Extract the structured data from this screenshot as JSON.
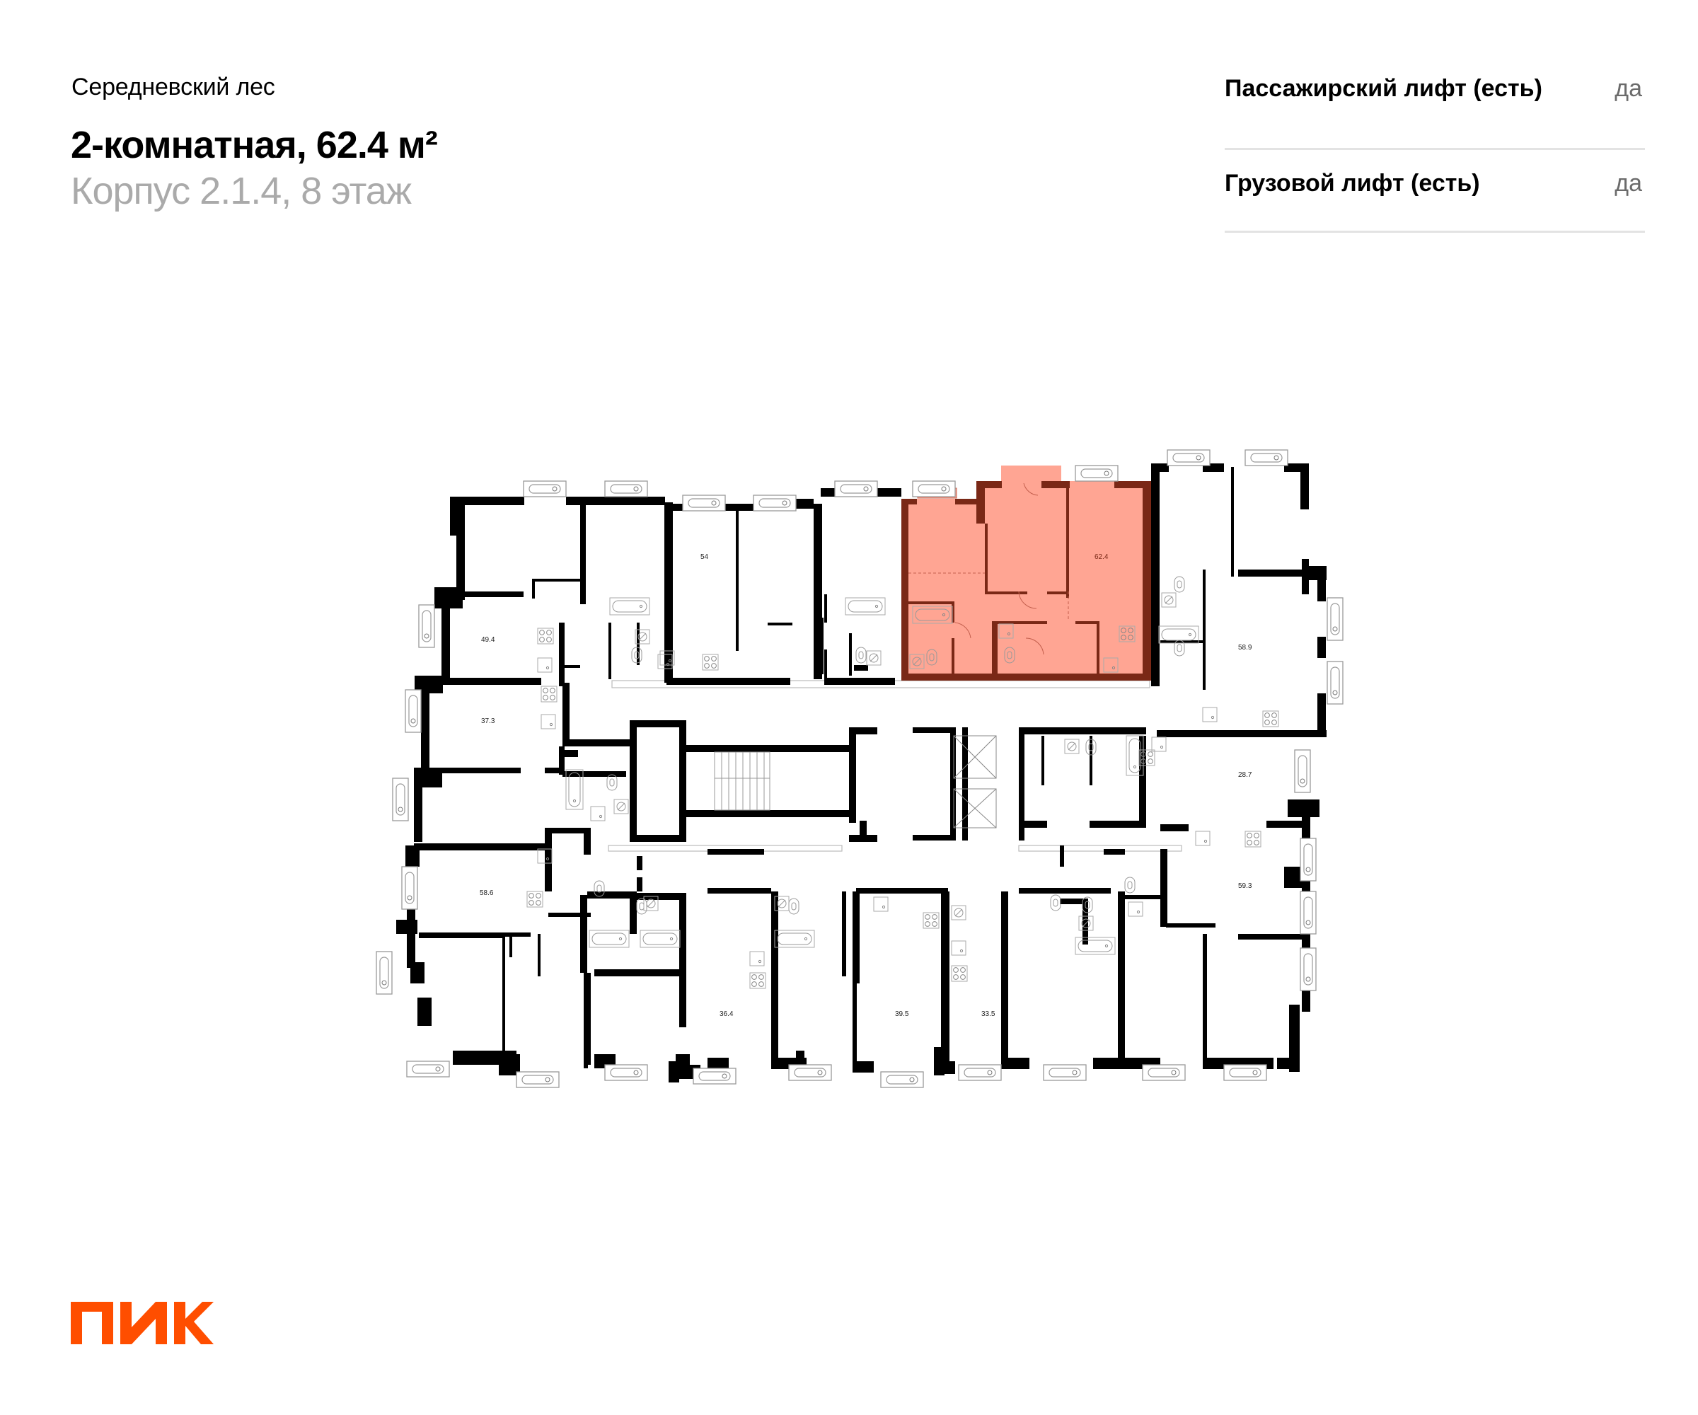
{
  "header": {
    "project_name": "Середневский лес",
    "apartment_title": "2-комнатная, 62.4 м²",
    "building_floor": "Корпус 2.1.4, 8 этаж"
  },
  "info": [
    {
      "label": "Пассажирский лифт (есть)",
      "value": "да"
    },
    {
      "label": "Грузовой лифт (есть)",
      "value": "да"
    }
  ],
  "floor_plan": {
    "highlight_color": "#FFA593",
    "highlight_wall_color": "#7A2816",
    "selected_apartment": "62.4",
    "apartments": [
      {
        "id": "a54",
        "area": "54"
      },
      {
        "id": "a49",
        "area": "49.4"
      },
      {
        "id": "a37",
        "area": "37.3"
      },
      {
        "id": "a58_6",
        "area": "58.6"
      },
      {
        "id": "a36",
        "area": "36.4"
      },
      {
        "id": "a39",
        "area": "39.5"
      },
      {
        "id": "a33",
        "area": "33.5"
      },
      {
        "id": "a59",
        "area": "59.3"
      },
      {
        "id": "a28",
        "area": "28.7"
      },
      {
        "id": "a58_9",
        "area": "58.9"
      },
      {
        "id": "a62",
        "area": "62.4"
      }
    ]
  },
  "brand": {
    "logo_text": "ПИК",
    "logo_color": "#FF4E00"
  }
}
